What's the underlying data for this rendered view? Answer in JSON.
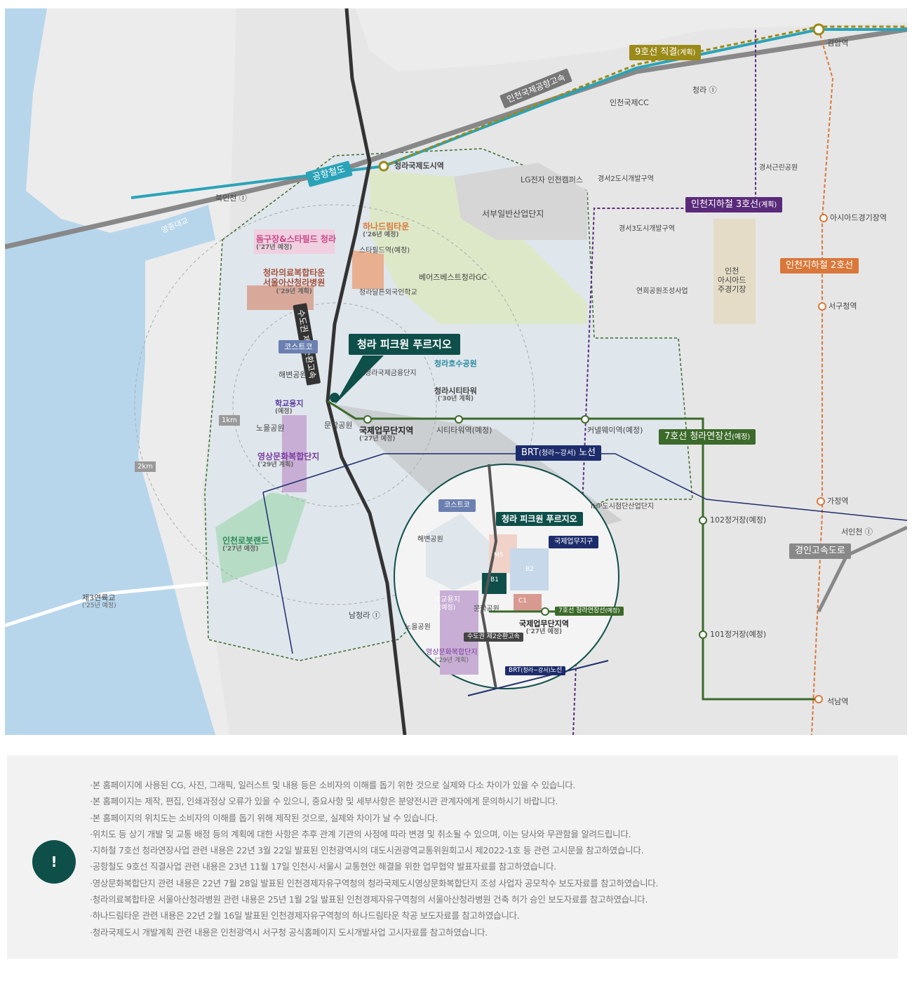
{
  "map": {
    "main_project": "청라 피크원 푸르지오",
    "transit_tags": {
      "line9": "9호선 직결",
      "line9_sub": "(계획)",
      "airport_rail": "공항철도",
      "incheon_expressway": "인천국제공항고속",
      "subway3": "인천지하철 3호선",
      "subway3_sub": "(계획)",
      "subway2": "인천지하철 2호선",
      "line7": "7호선 청라연장선",
      "line7_sub": "(예정)",
      "brt": "BRT",
      "brt_sub": "(청라~강서)",
      "brt_tail": "노선",
      "beltway": "수도권 제2순환고속",
      "gyeongin": "경인고속도로"
    },
    "stations": {
      "geomam": "검암역",
      "cheongna_intl": "청라국제도시역",
      "asiad": "아시아드경기장역",
      "seogu_office": "서구청역",
      "gajeong": "가정역",
      "seongnam": "석남역",
      "ibd": "국제업무단지역",
      "ibd_sub": "('27년 예정)",
      "citytower_st": "시티타워역(예정)",
      "canalway_st": "커넬웨이역(예정)",
      "st102": "102정거장(예정)",
      "st101": "101정거장(예정)"
    },
    "ic": {
      "cheongna_ic": "청라",
      "bukincheon_ic": "북인천",
      "namcheongna_ic": "남청라",
      "seoincheon_ic": "서인천"
    },
    "places": {
      "intl_cc": "인천국제CC",
      "lg": "LG전자 인천캠퍼스",
      "gyeongseo2": "경서2도시개발구역",
      "gyeongseo_park": "경서근린공원",
      "seobu_ind": "서부일반산업단지",
      "gyeongseo3": "경서3도시개발구역",
      "yeonhui": "연희공원조성사업",
      "asiad_stadium": "인천\n아시아드\n주경기장",
      "hana": "하나드림타운",
      "hana_sub": "('26년 예정)",
      "starfield_st": "스타필드역(예정)",
      "dome": "돔구장&스타필드 청라",
      "dome_sub": "('27년 예정)",
      "hospital": "청라의료복합타운\n서울아산청라병원",
      "hospital_sub": "('29년 계획)",
      "dalton": "청라달튼외국인학교",
      "bayers": "베어즈베스트청라GC",
      "costco": "코스트코",
      "haebyeon": "해변공원",
      "finance": "청라국제금융단지",
      "lake_park": "청라호수공원",
      "city_tower": "청라시티타워",
      "city_tower_sub": "('30년 계획)",
      "school": "학교용지",
      "school_sub": "(예정)",
      "noeul": "노을공원",
      "munhak": "문학공원",
      "media": "영상문화복합단지",
      "media_sub": "('29년 계획)",
      "robot": "인천로봇랜드",
      "robot_sub": "('27년 예정)",
      "ihp": "IHP도시첨단산업단지",
      "bridge3": "제3연륙교",
      "bridge3_sub": "('25년 예정)",
      "yeongjong": "영종대교"
    },
    "scale": {
      "one": "1km",
      "two": "2km"
    },
    "inset": {
      "project": "청라 피크원 푸르지오",
      "ibd_zone": "국제업무지구",
      "costco": "코스트코",
      "haebyeon": "해변공원",
      "m5": "M5",
      "b1": "B1",
      "b2": "B2",
      "c1": "C1",
      "school": "학교용지",
      "school_sub": "(예정)",
      "munhak": "문학공원",
      "noeul": "노을공원",
      "line7": "7호선 청라연장선",
      "line7_sub": "(예정)",
      "ibd_st": "국제업무단지역",
      "ibd_st_sub": "('27년 예정)",
      "beltway": "수도권 제2순환고속",
      "media": "영상문화복합단지",
      "media_sub": "('29년 계획)",
      "brt": "BRT",
      "brt_sub": "(청라~강서)",
      "brt_tail": "노선"
    },
    "colors": {
      "dark_green": "#0e4f4a",
      "line7_green": "#3c6a2a",
      "line9_olive": "#9a8a18",
      "airport_teal": "#2aa3b8",
      "subway3_purple": "#5a2a7a",
      "subway2_orange": "#d9783a",
      "brt_navy": "#1d2c6b",
      "sea": "#b7d6ec"
    }
  },
  "notes": [
    "본 홈페이지에 사용된 CG, 사진, 그래픽, 일러스트 및 내용 등은 소비자의 이해를 돕기 위한 것으로 실제와 다소 차이가 있을 수 있습니다.",
    "본 홈페이지는 제작, 편집, 인쇄과정상 오류가 있을 수 있으니, 중요사항 및 세부사항은 분양전시관 관계자에게 문의하시기 바랍니다.",
    "본 홈페이지의 위치도는 소비자의 이해를 돕기 위해 제작된 것으로, 실제와 차이가 날 수 있습니다.",
    "위치도 등 상기 개발 및 교통 배정 등의 계획에 대한 사항은 추후 관계 기관의 사정에 따라 변경 및 취소될 수 있으며, 이는 당사와 무관함을 알려드립니다.",
    "지하철 7호선 청라연장사업 관련 내용은 22년 3월 22일 발표된 인천광역시의 대도시권광역교통위원회고시 제2022-1호 등 관련 고시문을 참고하였습니다.",
    "공항철도 9호선 직결사업 관련 내용은 23년 11월 17일 인천시·서울시 교통현안 해결을 위한 업무협약 발표자료를 참고하였습니다.",
    "영상문화복합단지 관련 내용은 22년 7월 28일 발표된 인천경제자유구역청의 청라국제도시영상문화복합단지 조성 사업자 공모착수 보도자료를 참고하였습니다.",
    "청라의료복합타운 서울아산청라병원 관련 내용은 25년 1월 2일 발표된 인천경제자유구역청의 서울아산청라병원 건축 허가 승인 보도자료를 참고하였습니다.",
    "하나드림타운 관련 내용은 22년 2월 16일 발표된 인천경제자유구역청의 하나드림타운 착공 보도자료를 참고하였습니다.",
    "청라국제도시 개발계획 관련 내용은 인천광역시 서구청 공식홈페이지 도시개발사업 고시자료를 참고하였습니다."
  ],
  "notice_icon": "!"
}
